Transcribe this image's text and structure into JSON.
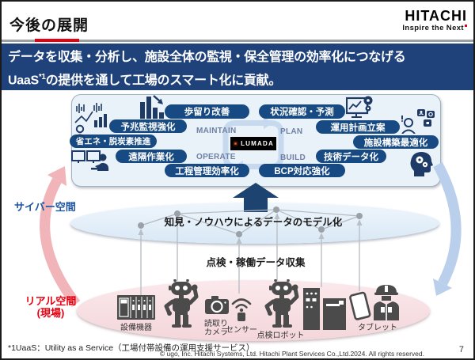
{
  "header": {
    "title": "今後の展開",
    "logo": "HITACHI",
    "tagline": "Inspire the Next"
  },
  "banner": {
    "line1": "データを収集・分析し、施設全体の監視・保全管理の効率化につなげる",
    "line2_prefix": "UaaS",
    "line2_sup": "*1",
    "line2_rest": "の提供を通して工場のスマート化に貢献。"
  },
  "diagram": {
    "pills": [
      "歩留り改善",
      "状況確認・予測",
      "予兆監視強化",
      "運用計画立案",
      "省エネ・脱炭素推進",
      "施設構築最適化",
      "遠隔作業化",
      "技術データ化",
      "工程管理効率化",
      "BCP対応強化"
    ],
    "phases": {
      "maintain": "MAINTAIN",
      "plan": "PLAN",
      "operate": "OPERATE",
      "build": "BUILD"
    },
    "lumada": "LUMADA"
  },
  "cyber": {
    "label": "サイバー空間",
    "model_text": "知見・ノウハウによるデータのモデル化"
  },
  "real": {
    "label_line1": "リアル空間",
    "label_line2": "(現場)",
    "collect_text": "点検・稼働データ収集",
    "devices": {
      "equipment": "設備機器",
      "camera_line1": "読取り",
      "camera_line2": "カメラ",
      "sensor": "センサー",
      "robot": "点検ロボット",
      "tablet": "タブレット"
    }
  },
  "footer": {
    "footnote": "*1UaaS：Utility as a Service（工場付帯設備の運用支援サービス）",
    "copyright": "© ugo, Inc. Hitachi Systems, Ltd. Hitachi Plant Services Co.,Ltd.2024. All rights reserved.",
    "page": "7"
  },
  "colors": {
    "banner_navy": "#20427a",
    "pill_navy": "#174a82",
    "accent_red": "#e60012",
    "cyber_blue": "#1f55a3",
    "cycle_blue": "#c7d9ee",
    "pink_arc": "#f0b4b9",
    "blue_arc": "#bacfeb"
  }
}
